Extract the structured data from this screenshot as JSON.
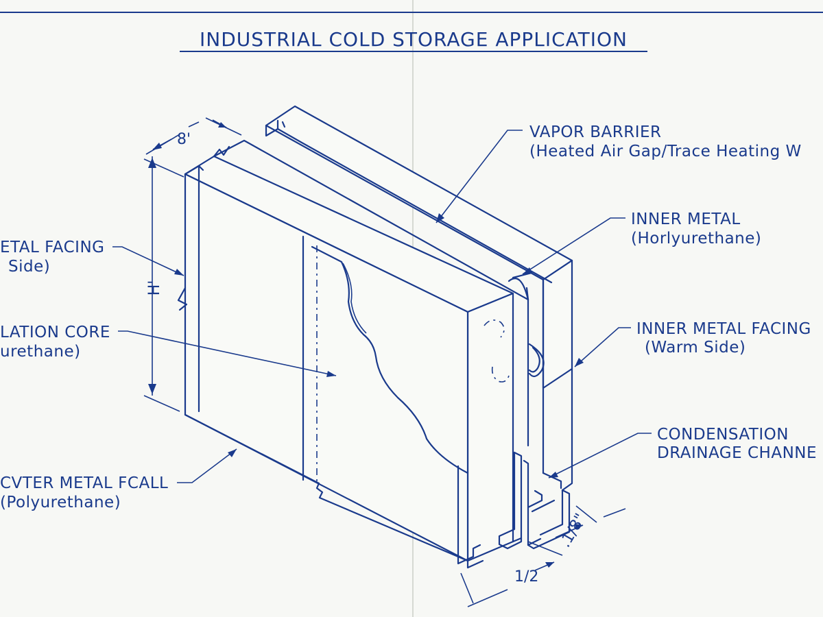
{
  "title": "INDUSTRIAL COLD STORAGE APPLICATION",
  "colors": {
    "ink": "#1a3a8c",
    "paper": "#f7f8f5"
  },
  "dimensions": {
    "depth": "8'",
    "height": "H'",
    "bottom_width": "1/2",
    "bottom_depth": ".1/8\""
  },
  "labels": {
    "vapor_barrier": {
      "line1": "VAPOR BARRIER",
      "line2": "(Heated Air Gap/Trace Heating W"
    },
    "inner_metal": {
      "line1": "INNER METAL",
      "line2": "(Horlyurethane)"
    },
    "inner_metal_facing": {
      "line1": "INNER METAL FACING",
      "line2": "(Warm Side)"
    },
    "condensation": {
      "line1": "CONDENSATION",
      "line2": "DRAINAGE CHANNE"
    },
    "outer_facing": {
      "line1": "ETAL FACING",
      "line2": "Side)"
    },
    "insulation_core": {
      "line1": "LATION CORE",
      "line2": "urethane)"
    },
    "outer_metal": {
      "line1": "CVTER METAL FCALL",
      "line2": "(Polyurethane)"
    }
  }
}
